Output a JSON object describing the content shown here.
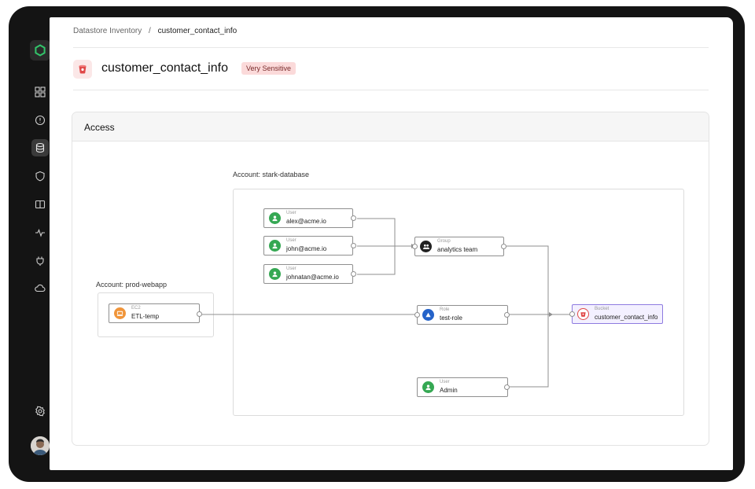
{
  "breadcrumb": {
    "parent": "Datastore Inventory",
    "separator": "/",
    "current": "customer_contact_info"
  },
  "page": {
    "title": "customer_contact_info",
    "sensitivity_badge": "Very Sensitive"
  },
  "panel": {
    "title": "Access"
  },
  "accounts": {
    "stark": "Account: stark-database",
    "prod": "Account: prod-webapp"
  },
  "nodes": {
    "user1": {
      "type": "User",
      "label": "alex@acme.io"
    },
    "user2": {
      "type": "User",
      "label": "john@acme.io"
    },
    "user3": {
      "type": "User",
      "label": "johnatan@acme.io"
    },
    "group": {
      "type": "Group",
      "label": "analytics team"
    },
    "ec2": {
      "type": "EC2",
      "label": "ETL-temp"
    },
    "role": {
      "type": "Role",
      "label": "test-role"
    },
    "admin": {
      "type": "User",
      "label": "Admin"
    },
    "bucket": {
      "type": "Bucket",
      "label": "customer_contact_info"
    }
  },
  "sidebar": {
    "items": [
      "dashboard-icon",
      "alert-icon",
      "database-icon",
      "shield-icon",
      "book-icon",
      "activity-icon",
      "plug-icon",
      "cloud-icon",
      "settings-icon"
    ],
    "active": "database-icon"
  },
  "colors": {
    "accent_green": "#35a853",
    "ec2_orange": "#f0953a",
    "role_blue": "#2563c9",
    "bucket_red": "#e04848",
    "group_dark": "#222222"
  }
}
